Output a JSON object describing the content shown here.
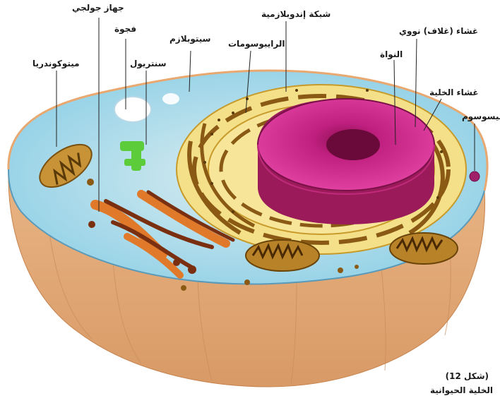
{
  "labels": {
    "golgi": "جهاز جولجي",
    "vacuole": "فجوة",
    "mitochondria": "ميتوكوندريا",
    "centriole": "سنتريول",
    "cytoplasm": "سيتوبلازم",
    "ribosomes": "الرايبوسومات",
    "endoplasmic_reticulum": "شبكة إندوبلازمية",
    "nuclear_envelope": "غشاء (غلاف) نووي",
    "nucleolus": "النواة",
    "cell_membrane": "غشاء الخلية",
    "lysosome": "ليسوسوم"
  },
  "caption": {
    "figure": "(شكل 12)",
    "title": "الخلية الحيوانية"
  },
  "colors": {
    "cytoplasm": "#9fd3e8",
    "cell_body": "#e8b07f",
    "nucleus": "#d0308a",
    "er": "#e9c545",
    "mitochondria": "#b88328",
    "golgi": "#e07a2a",
    "centriole": "#5ccc3a",
    "lysosome": "#a0206a"
  }
}
